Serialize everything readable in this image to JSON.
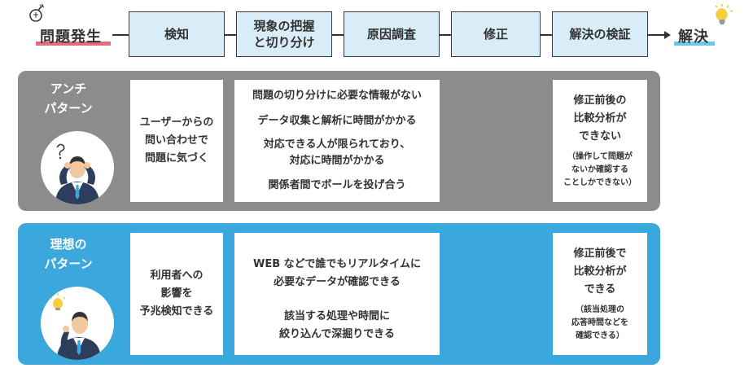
{
  "flow": {
    "start": "問題発生",
    "steps": [
      "検知",
      "現象の把握\nと切り分け",
      "原因調査",
      "修正",
      "解決の検証"
    ],
    "end": "解決"
  },
  "anti": {
    "title": "アンチ\nパターン",
    "detect": "ユーザーからの\n問い合わせで\n問題に気づく",
    "issues": [
      "問題の切り分けに必要な情報がない",
      "データ収集と解析に時間がかかる",
      "対応できる人が限られており、\n対応に時間がかかる",
      "関係者間でボールを投げ合う"
    ],
    "verify": "修正前後の\n比較分析が\nできない",
    "verify_note": "（操作して問題が\nないか確認する\nことしかできない）"
  },
  "ideal": {
    "title": "理想の\nパターン",
    "detect": "利用者への\n影響を\n予兆検知できる",
    "issues": [
      "WEB などで誰でもリアルタイムに\n必要なデータが確認できる",
      "該当する処理や時間に\n絞り込んで深掘りできる"
    ],
    "verify": "修正前後で\n比較分析が\nできる",
    "verify_note": "（該当処理の\n応答時間などを\n確認できる）"
  },
  "colors": {
    "step_fill": "#d9edf8",
    "anti_panel": "#8c8c8c",
    "ideal_panel": "#3aa7dd",
    "start_underline": "#e56b7c",
    "end_underline": "#6ec6ec"
  },
  "icons": [
    "bomb-icon",
    "lightbulb-icon",
    "confused-person-icon",
    "idea-person-icon"
  ]
}
